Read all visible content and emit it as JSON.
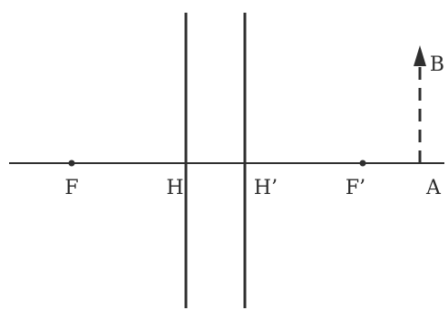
{
  "labels": {
    "F": "F",
    "H": "H",
    "H_prime": "H’",
    "F_prime": "F’",
    "A": "A",
    "B": "B"
  },
  "colors": {
    "line": "#2f2f2f",
    "background": "#ffffff"
  }
}
